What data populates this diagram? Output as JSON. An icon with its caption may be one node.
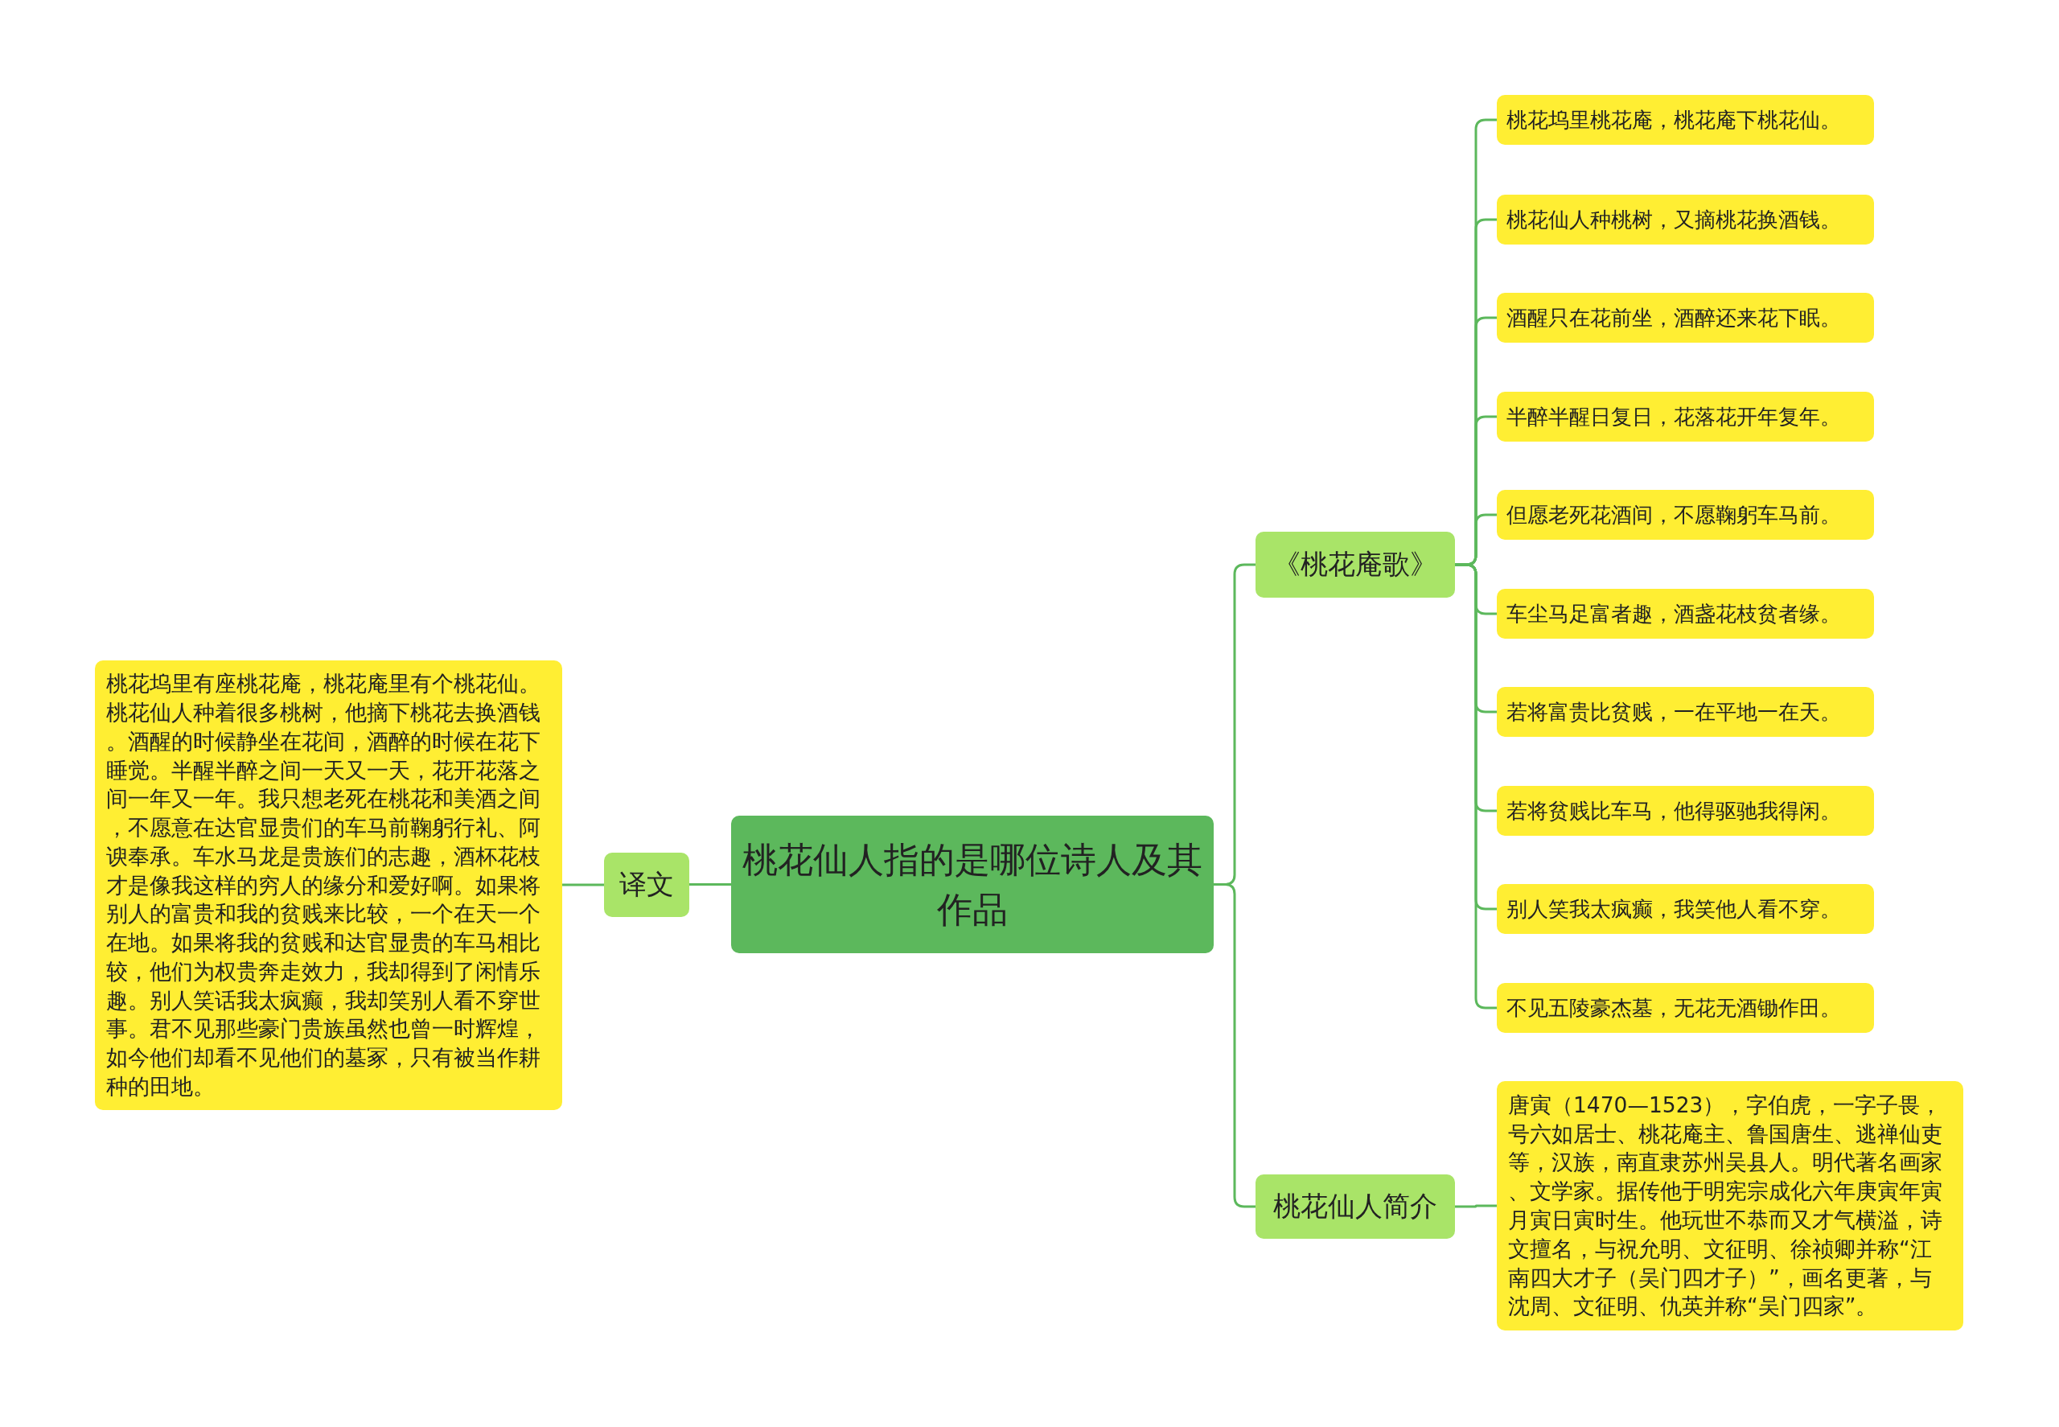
{
  "diagram": {
    "nodes": [
      {
        "text": [
          "桃花仙人指的是哪位诗人及其作品"
        ]
      },
      {
        "text": [
          "译文"
        ]
      },
      {
        "text": [
          "桃花坞里有座桃花庵，桃花庵里有个桃花仙。桃花仙人种着很多桃树，他摘下桃花去换酒钱。酒醒的时候静坐在花间，酒醉的时候在花下睡觉。半醒半醉之间一天又一天，花开花落之间一年又一年。我只想老死在桃花和美酒之间，不愿意在达官显贵们的车马前鞠躬行礼、阿谀奉承。车水马龙是贵族们的志趣，酒杯花枝才是像我这样的穷人的缘分和爱好啊。如果将别人的富贵和我的贫贱来比较，一个在天一个在地。如果将我的贫贱和达官显贵的车马相比较，他们为权贵奔走效力，我却得到了闲情乐趣。别人笑话我太疯癫，我却笑别人看不穿世事。君不见那些豪门贵族虽然也曾一时辉煌，如今他们却看不见他们的墓冢，只有被当作耕种的田地。"
        ]
      },
      {
        "text": [
          "《桃花庵歌》"
        ]
      },
      {
        "text": [
          "桃花坞里桃花庵，桃花庵下桃花仙。"
        ]
      },
      {
        "text": [
          "桃花仙人种桃树，又摘桃花换酒钱。"
        ]
      },
      {
        "text": [
          "酒醒只在花前坐，酒醉还来花下眠。"
        ]
      },
      {
        "text": [
          "半醉半醒日复日，花落花开年复年。"
        ]
      },
      {
        "text": [
          "但愿老死花酒间，不愿鞠躬车马前。"
        ]
      },
      {
        "text": [
          "车尘马足富者趣，酒盏花枝贫者缘。"
        ]
      },
      {
        "text": [
          "若将富贵比贫贱，一在平地一在天。"
        ]
      },
      {
        "text": [
          "若将贫贱比车马，他得驱驰我得闲。"
        ]
      },
      {
        "text": [
          "别人笑我太疯癫，我笑他人看不穿。"
        ]
      },
      {
        "text": [
          "不见五陵豪杰墓，无花无酒锄作田。"
        ]
      },
      {
        "text": [
          "桃花仙人简介"
        ]
      },
      {
        "text": [
          "唐寅（1470—1523），字伯虎，一字子畏，号六如居士、桃花庵主、鲁国唐生、逃禅仙吏等，汉族，南直隶苏州吴县人。明代著名画家、文学家。据传他于明宪宗成化六年庚寅年寅月寅日寅时生。他玩世不恭而又才气横溢，诗文擅名，与祝允明、文征明、徐祯卿并称“江南四大才子（吴门四才子）”，画名更著，与沈周、文征明、仇英并称“吴门四家”。"
        ]
      }
    ],
    "edges": [
      {
        "from": 0,
        "to": 1,
        "arrow": "none"
      },
      {
        "from": 1,
        "to": 2,
        "arrow": "none"
      },
      {
        "from": 0,
        "to": 3,
        "arrow": "none"
      },
      {
        "from": 3,
        "to": 4,
        "arrow": "none"
      },
      {
        "from": 3,
        "to": 5,
        "arrow": "none"
      },
      {
        "from": 3,
        "to": 6,
        "arrow": "none"
      },
      {
        "from": 3,
        "to": 7,
        "arrow": "none"
      },
      {
        "from": 3,
        "to": 8,
        "arrow": "none"
      },
      {
        "from": 3,
        "to": 9,
        "arrow": "none"
      },
      {
        "from": 3,
        "to": 10,
        "arrow": "none"
      },
      {
        "from": 3,
        "to": 11,
        "arrow": "none"
      },
      {
        "from": 3,
        "to": 12,
        "arrow": "none"
      },
      {
        "from": 3,
        "to": 13,
        "arrow": "none"
      },
      {
        "from": 0,
        "to": 14,
        "arrow": "none"
      },
      {
        "from": 14,
        "to": 15,
        "arrow": "none"
      }
    ]
  }
}
